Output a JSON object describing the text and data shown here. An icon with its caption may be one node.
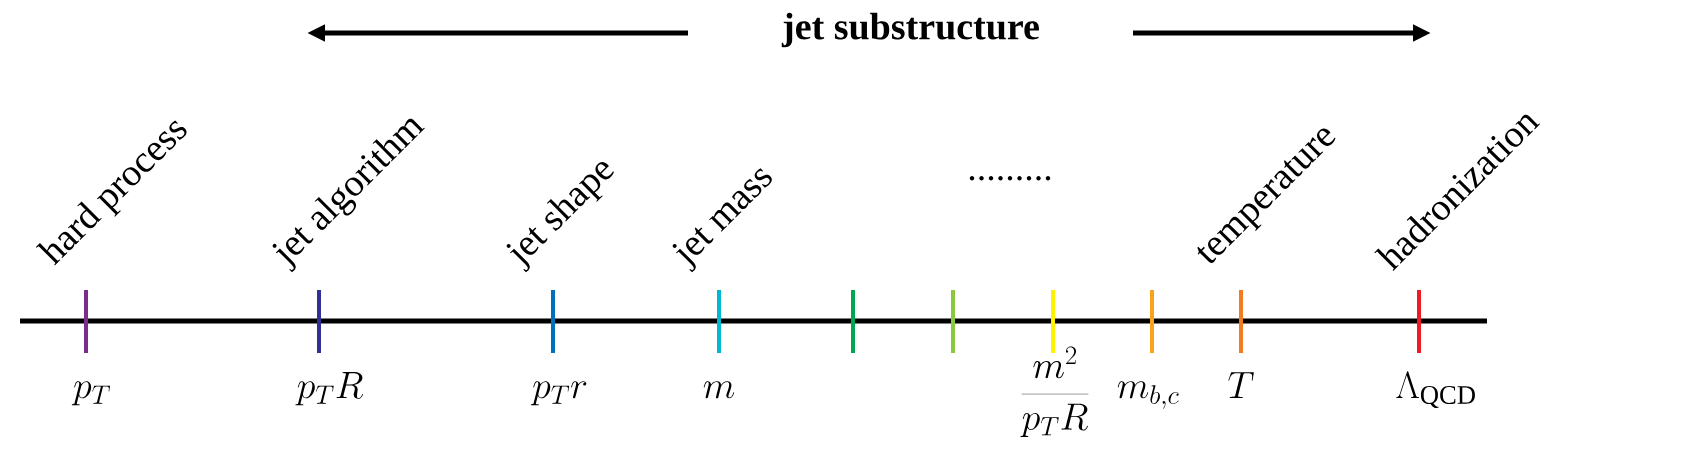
{
  "diagram": {
    "title": "jet substructure",
    "labels": [
      "hard process",
      "jet algorithm",
      "jet shape",
      "jet mass",
      ".........",
      "temperature",
      "hadronization",
      "p_T",
      "p_T R",
      "p_T r",
      "m",
      "\\frac{m^2}{p_T R}",
      "m_{b,c}",
      "T",
      "\\Lambda_{\\mathrm{QCD}}"
    ]
  }
}
